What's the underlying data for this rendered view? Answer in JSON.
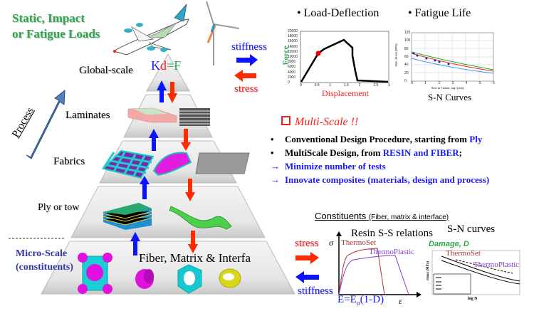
{
  "loads_title": [
    "Static, Impact",
    "or Fatigue Loads"
  ],
  "equation": {
    "k": "K",
    "d": "d",
    "rest": "=F"
  },
  "pyramid_levels": [
    "Global-scale",
    "Laminates",
    "Fabrics",
    "Ply or tow",
    "Fiber, Matrix & Interfa"
  ],
  "micro_scale": [
    "Micro-Scale",
    "(constituents)"
  ],
  "process_label": "Process",
  "top_arrows": {
    "stiffness": "stiffness",
    "stress": "stress"
  },
  "load_deflection": {
    "title": "• Load-Deflection",
    "ylabel": "Force",
    "xlabel": "Displacement",
    "yticks": [
      "20000",
      "18000",
      "16000",
      "14000",
      "12000",
      "10000",
      "8000",
      "6000",
      "4000",
      "2000",
      "0"
    ],
    "xticks": [
      "0",
      "0.5",
      "1",
      "1.5",
      "2",
      "2.5",
      "3"
    ]
  },
  "fatigue_life": {
    "title": "• Fatigue Life",
    "ylabel": "Max. stress [MPa]",
    "xlabel": "Time to Failure, log t [min]",
    "caption": "S-N Curves",
    "yticks": [
      "120",
      "100",
      "80",
      "60",
      "40",
      "20",
      "0"
    ],
    "xticks": [
      "0",
      "1",
      "2",
      "3",
      "4",
      "5",
      "6"
    ]
  },
  "multiscale": {
    "heading": "Multi-Scale !!",
    "bullets": [
      {
        "text": "Conventional Design Procedure, starting from ",
        "highlight": "Ply",
        "tail": ""
      },
      {
        "text": "MultiScale Design, from ",
        "highlight": "RESIN and FIBER",
        "tail": ";"
      }
    ],
    "arrows": [
      "Minimize number of tests",
      "Innovate composites (materials, design and process)"
    ]
  },
  "constituents": {
    "title": "Constituents",
    "subtitle": "(Fiber, matrix & interface)",
    "stress": "stress",
    "stiffness": "stiffness",
    "resin_title": "Resin S-S relations",
    "sigma": "σ",
    "epsilon": "ε",
    "thermoset": "ThermoSet",
    "thermoplastic": "ThermoPlastic",
    "modulus_eq": "E=E",
    "modulus_sub": "o",
    "modulus_tail": "(1-D)",
    "sn_title": "S-N curves",
    "damage": "Damage, D",
    "sn_xlabel": "log N",
    "sn_ylabel": "σmax (MPa)"
  },
  "colors": {
    "green": "#2ea84a",
    "blue": "#1a1aff",
    "red": "#ff1a1a",
    "process": "#4f81bd",
    "micro": "#3333aa"
  }
}
